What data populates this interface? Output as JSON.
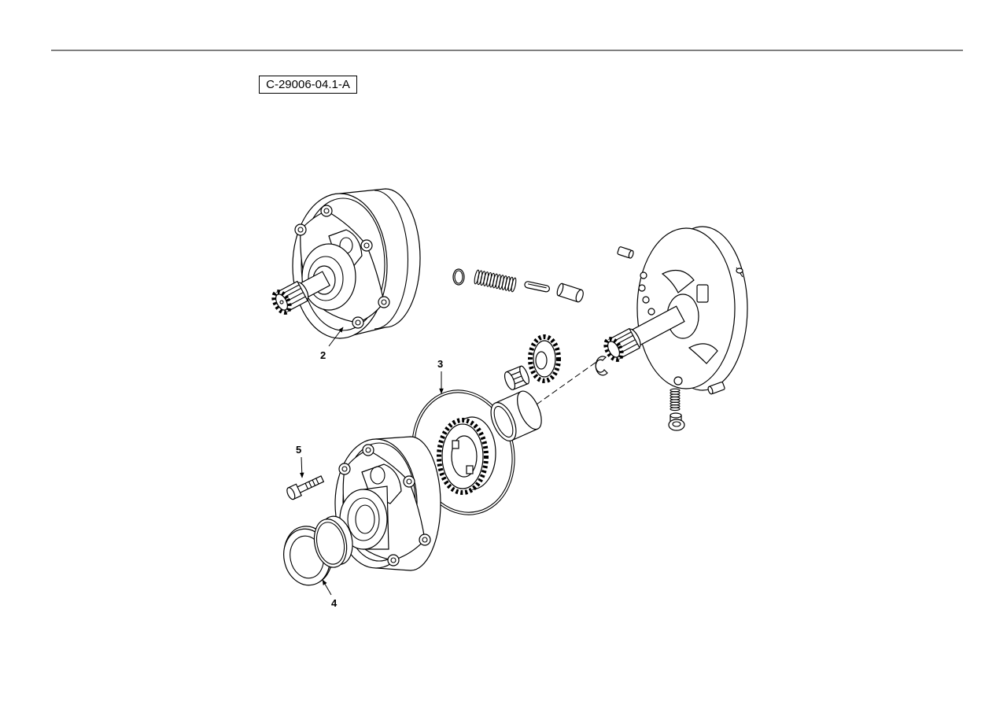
{
  "figure_code": "C-29006-04.1-A",
  "callouts": [
    "2",
    "3",
    "4",
    "5"
  ]
}
